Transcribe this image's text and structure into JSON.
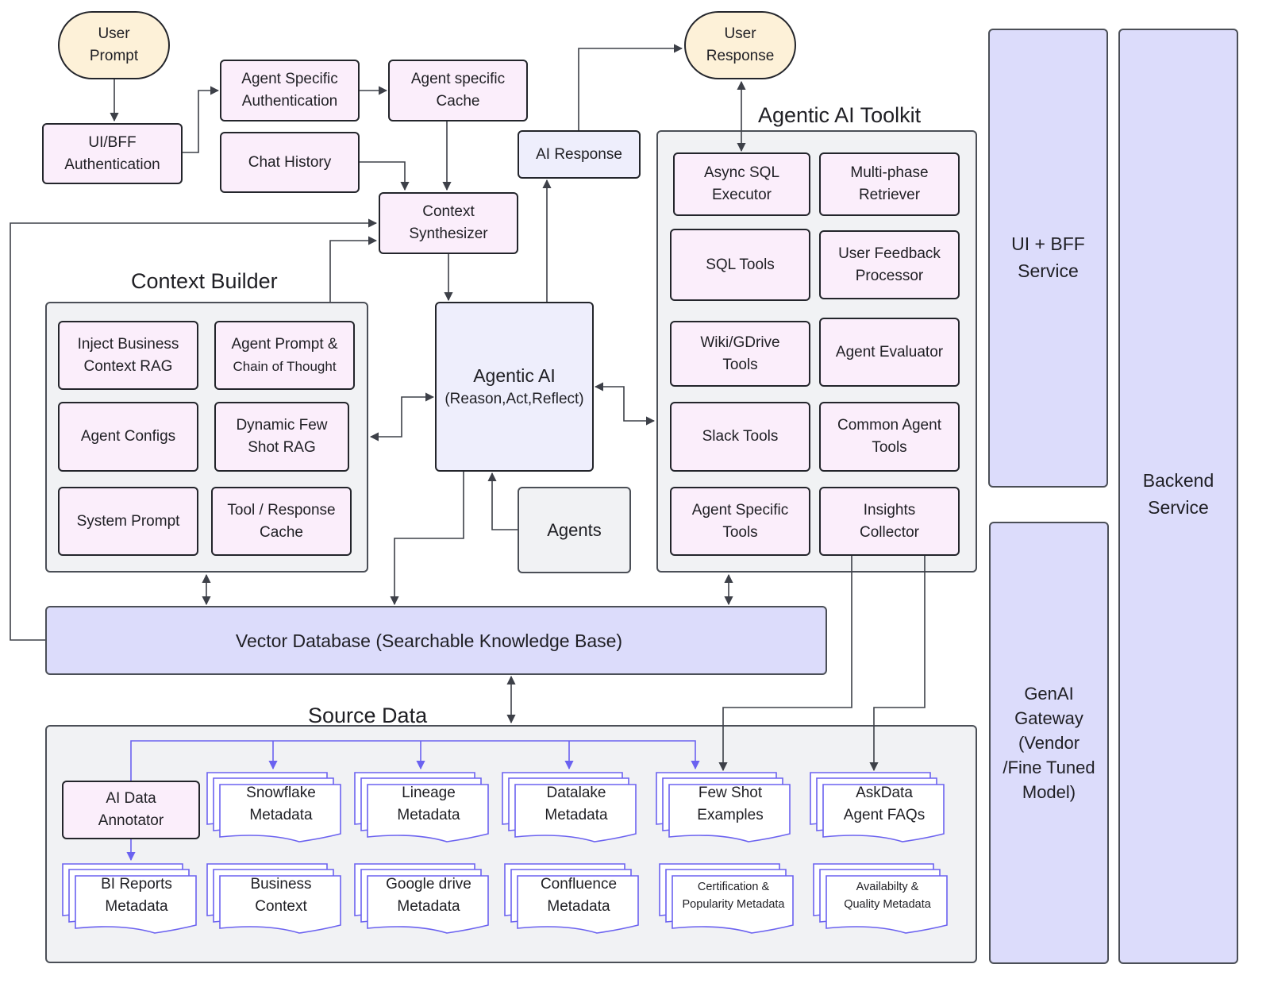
{
  "start": {
    "user_prompt": "User\nPrompt",
    "user_response": "User\nResponse"
  },
  "auth": {
    "ui_bff_auth": "UI/BFF\nAuthentication",
    "agent_auth": "Agent Specific\nAuthentication",
    "agent_cache": "Agent specific\nCache",
    "chat_history": "Chat History",
    "context_synth": "Context\nSynthesizer",
    "ai_response": "AI Response"
  },
  "context_builder": {
    "title": "Context Builder",
    "items": [
      "Inject Business\nContext RAG",
      "Agent Prompt &",
      "Chain of Thought",
      "Agent Configs",
      "Dynamic Few\nShot  RAG",
      "System Prompt",
      "Tool / Response\nCache"
    ]
  },
  "agentic": {
    "title": "Agentic AI",
    "subtitle": "(Reason,Act,Reflect)",
    "agents": "Agents"
  },
  "toolkit": {
    "title": "Agentic AI Toolkit",
    "items": [
      "Async SQL\nExecutor",
      "Multi-phase\nRetriever",
      "SQL Tools",
      "User Feedback\nProcessor",
      "Wiki/GDrive\nTools",
      "Agent Evaluator",
      "Slack Tools",
      "Common Agent\nTools",
      "Agent Specific\nTools",
      "Insights\nCollector"
    ]
  },
  "vector_db": "Vector Database (Searchable Knowledge Base)",
  "source": {
    "title": "Source Data",
    "annotator": "AI Data\nAnnotator",
    "docs": [
      "Snowflake\nMetadata",
      "Lineage\nMetadata",
      "Datalake\nMetadata",
      "Few Shot\nExamples",
      "AskData\nAgent FAQs",
      "BI Reports\nMetadata",
      "Business\nContext",
      "Google drive\nMetadata",
      "Confluence\nMetadata",
      "Certification &\nPopularity Metadata",
      "Availabilty &\nQuality Metadata"
    ]
  },
  "services": {
    "ui_bff": "UI  + BFF\nService",
    "genai": "GenAI\nGateway\n(Vendor\n/Fine Tuned\nModel)",
    "backend": "Backend\nService"
  },
  "colors": {
    "node": "#fbeefb",
    "start": "#fdf1d8",
    "service": "#dcdcfb",
    "group": "#f1f2f4",
    "annotation_link": "#6b62f0"
  }
}
